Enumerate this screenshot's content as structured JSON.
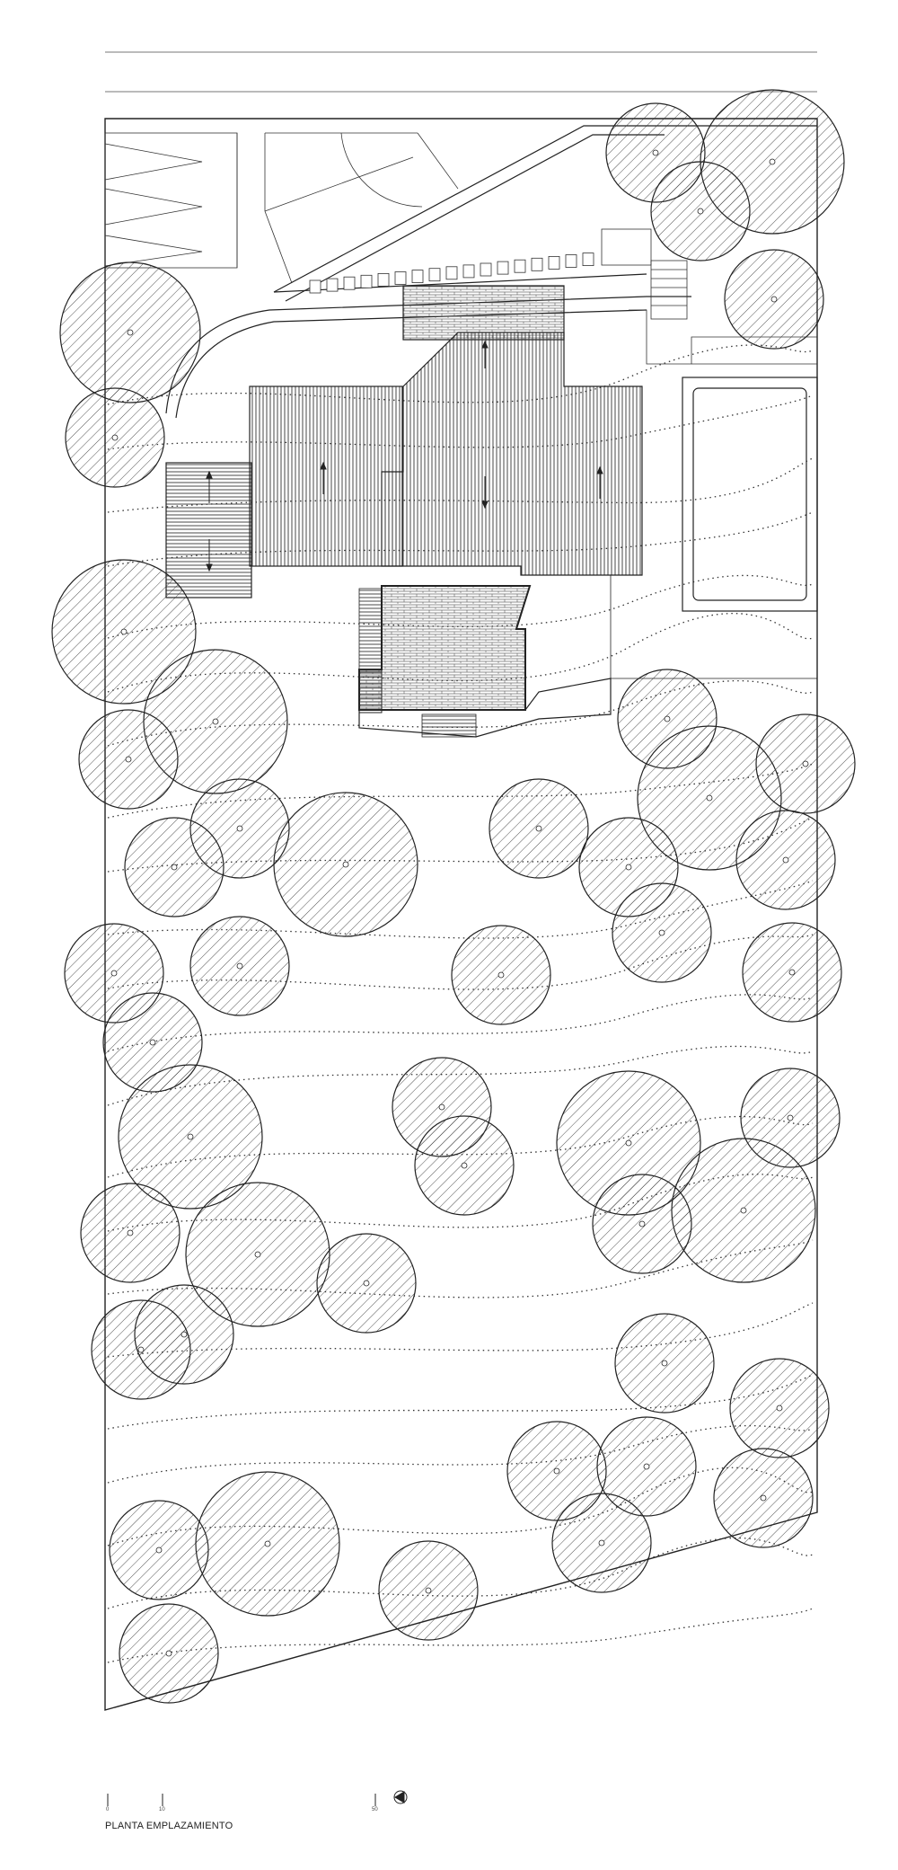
{
  "drawing": {
    "title": "PLANTA EMPLAZAMIENTO",
    "scale_marks": [
      "0",
      "10",
      "50"
    ],
    "colors": {
      "line": "#222222",
      "hatch": "#333333",
      "paper": "#ffffff"
    },
    "icons": [
      "north-arrow-icon"
    ],
    "elements": [
      "site-boundary",
      "access-road",
      "parking-area",
      "entrance-steps",
      "house-roof-main",
      "house-roof-upper",
      "house-roof-lower",
      "swimming-pool",
      "contour-lines",
      "trees"
    ]
  }
}
